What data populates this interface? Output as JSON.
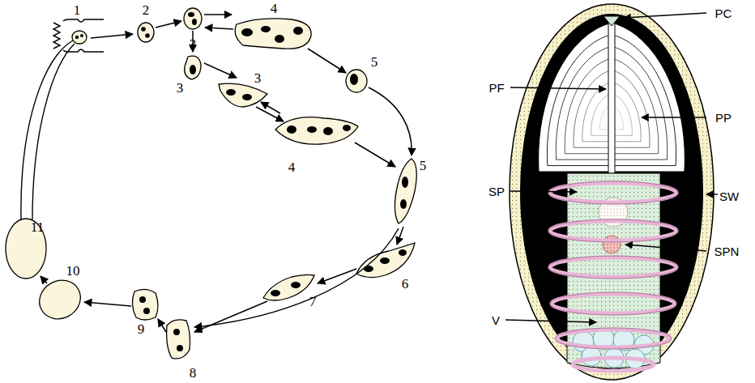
{
  "diagram": {
    "labels": [
      "1",
      "2",
      "3",
      "4",
      "3",
      "3",
      "4",
      "5",
      "5",
      "6",
      "7",
      "8",
      "9",
      "10",
      "11",
      "PC",
      "PF",
      "PP",
      "SP",
      "SW",
      "SPN",
      "V"
    ]
  }
}
